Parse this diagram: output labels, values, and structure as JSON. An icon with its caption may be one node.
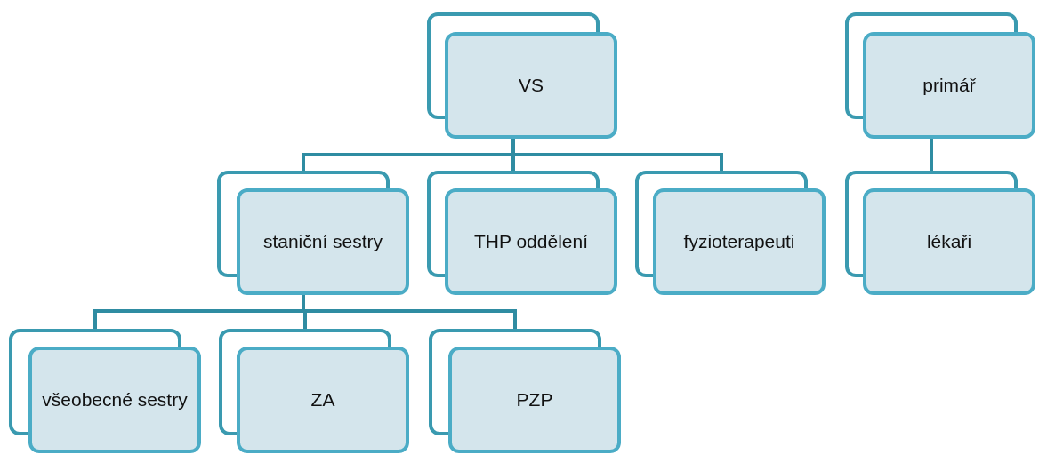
{
  "diagram": {
    "nodes": [
      {
        "text": [
          "VS"
        ]
      },
      {
        "text": [
          "primář"
        ]
      },
      {
        "text": [
          "staniční sestry"
        ]
      },
      {
        "text": [
          "THP oddělení"
        ]
      },
      {
        "text": [
          "fyzioterapeuti"
        ]
      },
      {
        "text": [
          "lékaři"
        ]
      },
      {
        "text": [
          "všeobecné sestry"
        ]
      },
      {
        "text": [
          "ZA"
        ]
      },
      {
        "text": [
          "PZP"
        ]
      }
    ],
    "edges": [
      {
        "from": 0,
        "to": 2,
        "arrow": "none"
      },
      {
        "from": 0,
        "to": 3,
        "arrow": "none"
      },
      {
        "from": 0,
        "to": 4,
        "arrow": "none"
      },
      {
        "from": 1,
        "to": 5,
        "arrow": "none"
      },
      {
        "from": 2,
        "to": 6,
        "arrow": "none"
      },
      {
        "from": 2,
        "to": 7,
        "arrow": "none"
      },
      {
        "from": 2,
        "to": 8,
        "arrow": "none"
      }
    ]
  }
}
